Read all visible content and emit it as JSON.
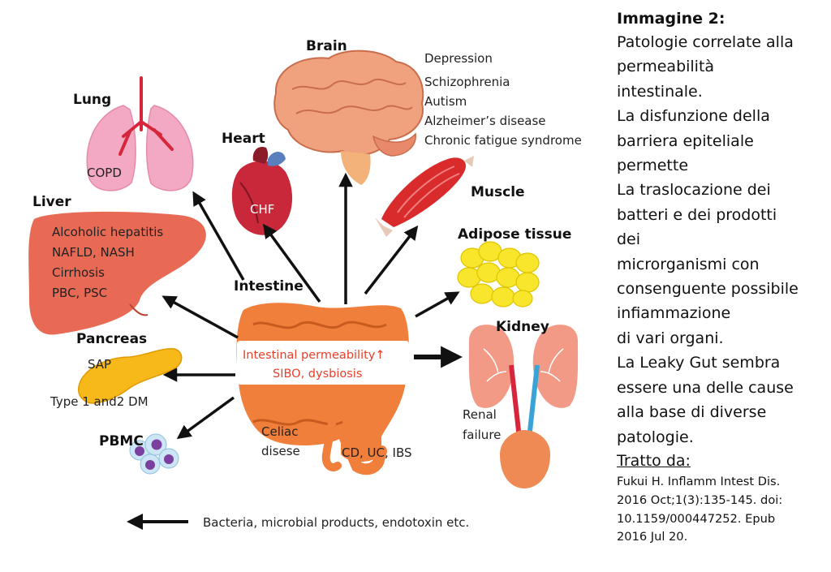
{
  "organs": {
    "brain": "Brain",
    "lung": "Lung",
    "heart": "Heart",
    "liver": "Liver",
    "intestine": "Intestine",
    "pancreas": "Pancreas",
    "pbmc": "PBMC",
    "muscle": "Muscle",
    "adipose": "Adipose tissue",
    "kidney": "Kidney"
  },
  "diseases": {
    "brain": [
      "Depression",
      "Schizophrenia",
      "Autism",
      "Alzheimer’s disease",
      "Chronic fatigue syndrome"
    ],
    "lung": "COPD",
    "heart": "CHF",
    "liver": [
      "Alcoholic hepatitis",
      "NAFLD, NASH",
      "Cirrhosis",
      "PBC, PSC"
    ],
    "pancreas_top": "SAP",
    "pancreas_bottom": "Type 1 and2 DM",
    "intestine_center": [
      "Intestinal permeability↑",
      "SIBO, dysbiosis"
    ],
    "celiac": [
      "Celiac",
      "disese"
    ],
    "bowel": "CD, UC, IBS",
    "kidney": [
      "Renal",
      "failure"
    ]
  },
  "legend": "Bacteria, microbial products, endotoxin etc.",
  "caption": {
    "title": "Immagine 2:",
    "lines": [
      "Patologie correlate alla",
      "permeabilità",
      "intestinale.",
      "La disfunzione della",
      "barriera epiteliale",
      "permette",
      "La traslocazione dei",
      "batteri e dei prodotti",
      "dei",
      "microrganismi con",
      "consenguente possibile",
      "infiammazione",
      "di vari organi.",
      "La Leaky Gut sembra",
      "essere una delle cause",
      "alla base di diverse",
      "patologie."
    ],
    "source_heading": "Tratto da:",
    "citation": [
      "Fukui H. Inflamm Intest Dis.",
      "2016 Oct;1(3):135-145. doi:",
      "10.1159/000447252. Epub",
      "2016 Jul 20."
    ]
  },
  "colors": {
    "liver": "#e86a55",
    "lung": "#f3a9c3",
    "brain": "#f0a27e",
    "heart": "#c8283a",
    "muscle": "#d92b2b",
    "fat": "#f7e62b",
    "pancreas": "#f7b81a",
    "kidney": "#f29a86",
    "bladder": "#f08a55",
    "intestine": "#f07f3c",
    "pbmc": "#7b3fa0",
    "accent_red": "#e8402a",
    "arrow": "#111111"
  }
}
